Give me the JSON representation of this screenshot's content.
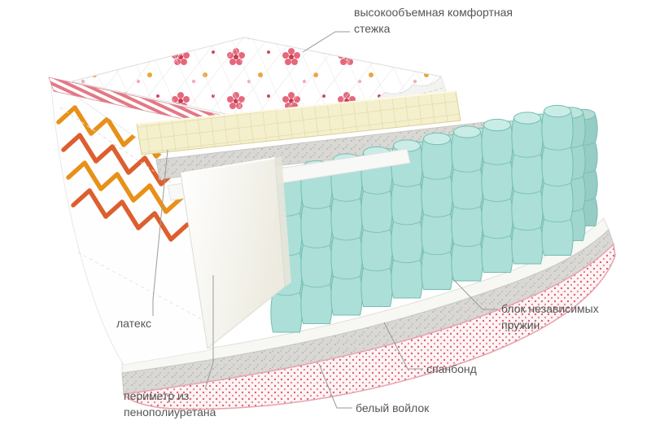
{
  "labels": {
    "quilt": {
      "text": "высокообъемная комфортная\nстежка"
    },
    "latex": {
      "text": "латекс"
    },
    "perimeter": {
      "text": "периметр из\nпенополиуретана"
    },
    "white_felt": {
      "text": "белый войлок"
    },
    "spunbond": {
      "text": "спанбонд"
    },
    "springs": {
      "text": "блок независимых\nпружин"
    }
  },
  "colors": {
    "springFront": "#abdfd7",
    "springMid": "#a0d6cd",
    "springBack": "#95ccc3",
    "springStroke": "#76bdb2",
    "springTopFront": "#c9ece6",
    "springTopMid": "#bfe4dd",
    "springTopBack": "#b5dcd4",
    "pink": "#e06070",
    "pinkEdge": "#e8a2ac",
    "orange": "#e89018",
    "orangeDeep": "#dd5f2e",
    "latex": "#f4efcc",
    "latexLine": "#ddd39e",
    "feltBase": "#d9d8d4",
    "feltDot": "#b4b4b0",
    "flowerRed": "#e4566e",
    "flowerOrange": "#eda43e",
    "foam": "#f4f2e8",
    "text": "#555555",
    "leader": "#9a9a9a"
  }
}
